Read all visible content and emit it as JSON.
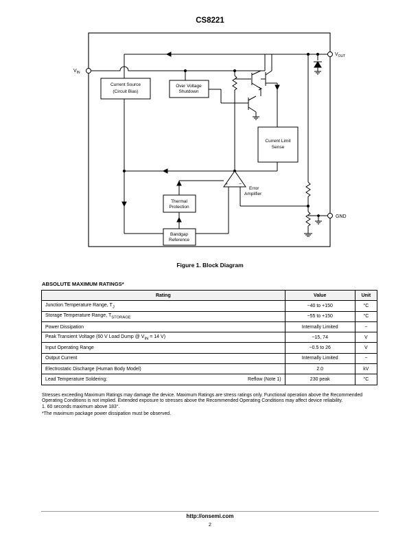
{
  "header": {
    "part_number": "CS8221"
  },
  "diagram": {
    "caption": "Figure 1. Block Diagram",
    "pins": {
      "vin_main": "V",
      "vin_sub": "IN",
      "vout_main": "V",
      "vout_sub": "OUT",
      "gnd": "GND"
    },
    "blocks": {
      "current_source_line1": "Current Source",
      "current_source_line2": "(Circuit Bias)",
      "over_voltage_line1": "Over Voltage",
      "over_voltage_line2": "Shutdown",
      "current_limit_line1": "Current Limit",
      "current_limit_line2": "Sense",
      "thermal_line1": "Thermal",
      "thermal_line2": "Protection",
      "bandgap_line1": "Bandgap",
      "bandgap_line2": "Reference",
      "error_amp_line1": "Error",
      "error_amp_line2": "Amplifier",
      "plus": "+",
      "minus": "−"
    }
  },
  "ratings": {
    "title": "ABSOLUTE MAXIMUM RATINGS*",
    "headers": {
      "rating": "Rating",
      "value": "Value",
      "unit": "Unit"
    },
    "rows": [
      {
        "rating": "Junction Temperature Range, T",
        "sub": "J",
        "rating_suffix": "",
        "value": "−40 to +150",
        "unit": "°C"
      },
      {
        "rating": "Storage Temperature Range, T",
        "sub": "STORAGE",
        "rating_suffix": "",
        "value": "−55 to +150",
        "unit": "°C"
      },
      {
        "rating": "Power Dissipation",
        "sub": "",
        "rating_suffix": "",
        "value": "Internally Limited",
        "unit": "−"
      },
      {
        "rating": "Peak Transient Voltage (60 V Load Dump @ V",
        "sub": "IN",
        "rating_suffix": " = 14 V)",
        "value": "−15, 74",
        "unit": "V"
      },
      {
        "rating": "Input Operating Range",
        "sub": "",
        "rating_suffix": "",
        "value": "−0.5 to 26",
        "unit": "V"
      },
      {
        "rating": "Output Current",
        "sub": "",
        "rating_suffix": "",
        "value": "Internally Limited",
        "unit": "−"
      },
      {
        "rating": "Electrostatic Discharge (Human Body Model)",
        "sub": "",
        "rating_suffix": "",
        "value": "2.0",
        "unit": "kV"
      },
      {
        "rating": "Lead Temperature Soldering:",
        "sub": "",
        "rating_suffix": "",
        "condition": "Reflow (Note 1)",
        "value": "230 peak",
        "unit": "°C"
      }
    ],
    "stress_note": "Stresses exceeding Maximum Ratings may damage the device. Maximum Ratings are stress ratings only. Functional operation above the Recommended Operating Conditions is not implied. Extended exposure to stresses above the Recommended Operating Conditions may affect device reliability.",
    "note1": "1.  60 seconds maximum above 183°.",
    "footnote": "*The maximum package power dissipation must be observed."
  },
  "footer": {
    "url": "http://onsemi.com",
    "page": "2"
  }
}
